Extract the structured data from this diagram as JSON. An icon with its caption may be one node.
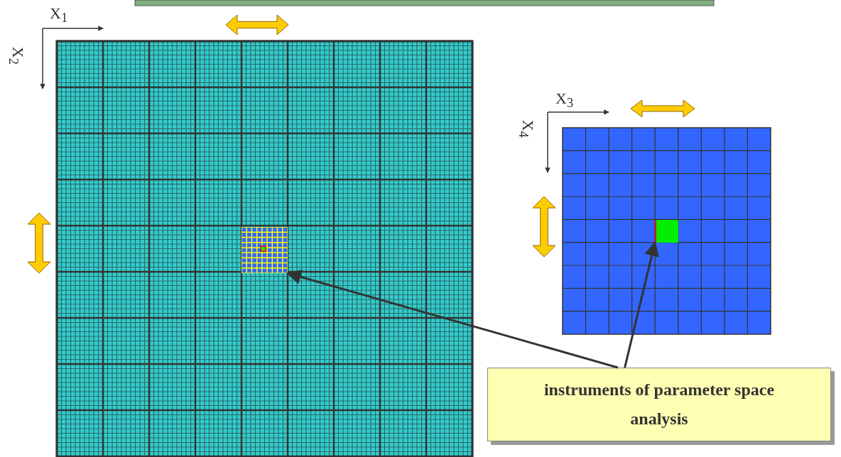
{
  "diagram": {
    "nodes": [
      {
        "text": [],
        "shape": "box"
      },
      {
        "text": [],
        "shape": "box"
      },
      {
        "text": [
          "instruments of parameter space analysis"
        ]
      }
    ],
    "edges": [
      {
        "from": 2,
        "to": 0,
        "arrow": "to"
      },
      {
        "from": 2,
        "to": 1,
        "arrow": "to"
      }
    ],
    "labels": [
      "X$_{1}$",
      "X$_{2}$",
      "X$_{3}$",
      "X$_{4}$"
    ]
  }
}
